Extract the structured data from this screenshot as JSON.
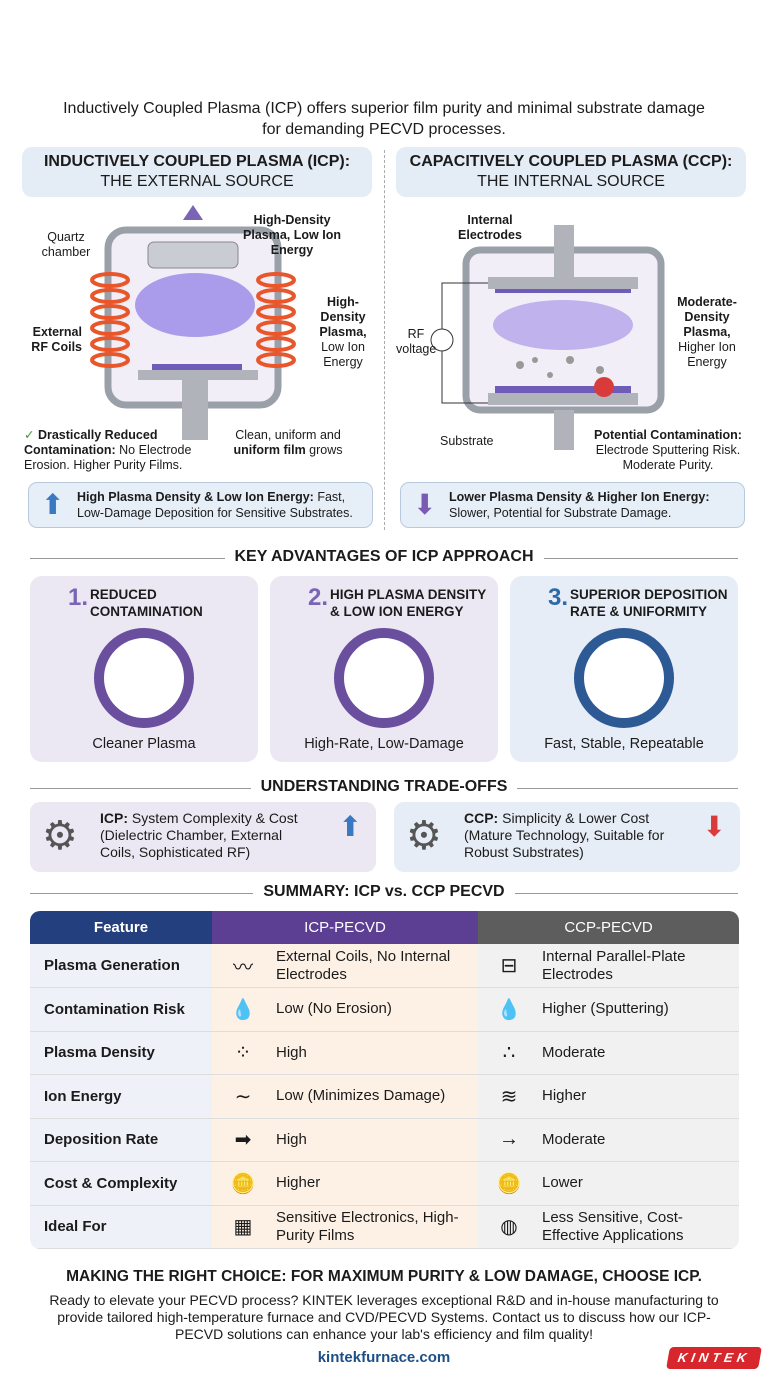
{
  "header": {
    "title": "WHY ICP FOR PECVD?",
    "subtitle": "PURITY & LOW DAMAGE FOR SENSITIVE APPLICATIONS"
  },
  "intro": "Inductively Coupled Plasma (ICP) offers superior film purity and minimal substrate damage for demanding PECVD processes.",
  "icp": {
    "title": "INDUCTIVELY COUPLED PLASMA (ICP):",
    "subtitle": "THE EXTERNAL SOURCE",
    "labels": {
      "quartz": "Quartz chamber",
      "plasma_top": "High-Density Plasma, Low Ion Energy",
      "coils": "External RF Coils",
      "plasma_right_bold": "High-Density Plasma,",
      "plasma_right": "Low Ion Energy",
      "contam_bold": "Drastically Reduced Contamination:",
      "contam": "No Electrode Erosion. Higher Purity Films.",
      "film_a": "Clean, uniform and",
      "film_bold": "uniform film",
      "film_b": "grows"
    },
    "note_bold": "High Plasma Density & Low Ion Energy:",
    "note": "Fast, Low-Damage Deposition for Sensitive Substrates."
  },
  "ccp": {
    "title": "CAPACITIVELY COUPLED PLASMA (CCP):",
    "subtitle": "THE INTERNAL SOURCE",
    "labels": {
      "electrodes": "Internal Electrodes",
      "rf": "RF voltage",
      "plasma_bold": "Moderate-Density Plasma,",
      "plasma": "Higher Ion Energy",
      "substrate": "Substrate",
      "contam_bold": "Potential Contamination:",
      "contam": "Electrode Sputtering Risk. Moderate Purity."
    },
    "note_bold": "Lower Plasma Density & Higher Ion Energy:",
    "note": "Slower, Potential for Substrate Damage."
  },
  "advantages": {
    "title": "KEY ADVANTAGES OF ICP APPROACH",
    "items": [
      {
        "num": "1.",
        "title": "REDUCED CONTAMINATION",
        "caption": "Cleaner Plasma"
      },
      {
        "num": "2.",
        "title": "HIGH PLASMA DENSITY & LOW ION ENERGY",
        "caption": "High-Rate, Low-Damage"
      },
      {
        "num": "3.",
        "title": "SUPERIOR DEPOSITION RATE & UNIFORMITY",
        "caption": "Fast, Stable, Repeatable"
      }
    ]
  },
  "tradeoffs": {
    "title": "UNDERSTANDING TRADE-OFFS",
    "icp_bold": "ICP:",
    "icp": "System Complexity & Cost (Dielectric Chamber, External Coils, Sophisticated RF)",
    "ccp_bold": "CCP:",
    "ccp": "Simplicity & Lower Cost (Mature Technology, Suitable for Robust Substrates)"
  },
  "summary": {
    "title": "SUMMARY: ICP vs. CCP PECVD",
    "headers": [
      "Feature",
      "ICP-PECVD",
      "CCP-PECVD"
    ],
    "rows": [
      {
        "feature": "Plasma Generation",
        "icp": "External Coils, No Internal Electrodes",
        "icp_icon": "coil-icon",
        "ccp": "Internal Parallel-Plate Electrodes",
        "ccp_icon": "electrodes-icon"
      },
      {
        "feature": "Contamination Risk",
        "icp": "Low (No Erosion)",
        "icp_icon": "clean-drop-icon",
        "ccp": "Higher (Sputtering)",
        "ccp_icon": "dirty-drop-icon"
      },
      {
        "feature": "Plasma Density",
        "icp": "High",
        "icp_icon": "dense-dots-icon",
        "ccp": "Moderate",
        "ccp_icon": "sparse-dots-icon"
      },
      {
        "feature": "Ion Energy",
        "icp": "Low (Minimizes Damage)",
        "icp_icon": "low-wave-icon",
        "ccp": "Higher",
        "ccp_icon": "high-wave-icon"
      },
      {
        "feature": "Deposition Rate",
        "icp": "High",
        "icp_icon": "thick-arrow-icon",
        "ccp": "Moderate",
        "ccp_icon": "thin-arrow-icon"
      },
      {
        "feature": "Cost & Complexity",
        "icp": "Higher",
        "icp_icon": "coins-stack-icon",
        "ccp": "Lower",
        "ccp_icon": "coins-small-icon"
      },
      {
        "feature": "Ideal For",
        "icp": "Sensitive Electronics, High-Purity Films",
        "icp_icon": "solar-panel-icon",
        "ccp": "Less Sensitive, Cost-Effective Applications",
        "ccp_icon": "wafer-icon"
      }
    ]
  },
  "footer": {
    "headline": "MAKING THE RIGHT CHOICE: FOR MAXIMUM PURITY & LOW DAMAGE, CHOOSE ICP.",
    "body": "Ready to elevate your PECVD process? KINTEK leverages exceptional R&D and in-house manufacturing to provide tailored high-temperature furnace and CVD/PECVD Systems. Contact us to discuss how our ICP-PECVD solutions can enhance your lab's efficiency and film quality!",
    "url": "kintekfurnace.com",
    "logo": "KINTEK"
  },
  "colors": {
    "header": "#243f7d",
    "icp": "#5c3f93",
    "ccp": "#5d5d5d",
    "coil": "#e8562a",
    "logo": "#d8262d"
  }
}
